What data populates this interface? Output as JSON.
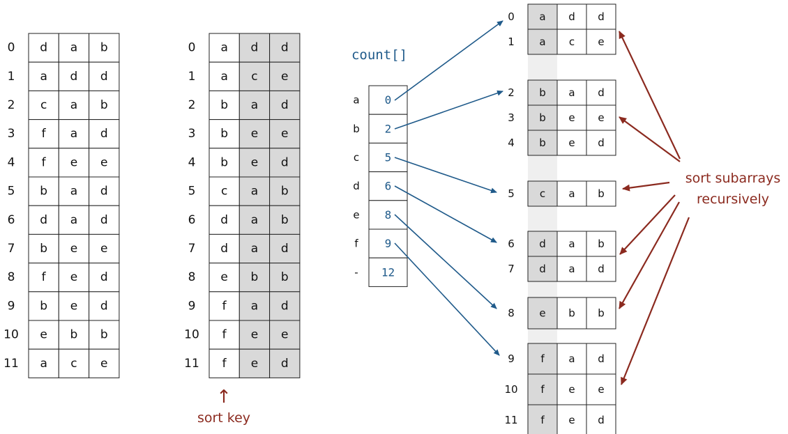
{
  "left_table": {
    "indices": [
      "0",
      "1",
      "2",
      "3",
      "4",
      "5",
      "6",
      "7",
      "8",
      "9",
      "10",
      "11"
    ],
    "rows": [
      [
        "d",
        "a",
        "b"
      ],
      [
        "a",
        "d",
        "d"
      ],
      [
        "c",
        "a",
        "b"
      ],
      [
        "f",
        "a",
        "d"
      ],
      [
        "f",
        "e",
        "e"
      ],
      [
        "b",
        "a",
        "d"
      ],
      [
        "d",
        "a",
        "d"
      ],
      [
        "b",
        "e",
        "e"
      ],
      [
        "f",
        "e",
        "d"
      ],
      [
        "b",
        "e",
        "d"
      ],
      [
        "e",
        "b",
        "b"
      ],
      [
        "a",
        "c",
        "e"
      ]
    ]
  },
  "middle_table": {
    "indices": [
      "0",
      "1",
      "2",
      "3",
      "4",
      "5",
      "6",
      "7",
      "8",
      "9",
      "10",
      "11"
    ],
    "rows": [
      [
        "a",
        "d",
        "d"
      ],
      [
        "a",
        "c",
        "e"
      ],
      [
        "b",
        "a",
        "d"
      ],
      [
        "b",
        "e",
        "e"
      ],
      [
        "b",
        "e",
        "d"
      ],
      [
        "c",
        "a",
        "b"
      ],
      [
        "d",
        "a",
        "b"
      ],
      [
        "d",
        "a",
        "d"
      ],
      [
        "e",
        "b",
        "b"
      ],
      [
        "f",
        "a",
        "d"
      ],
      [
        "f",
        "e",
        "e"
      ],
      [
        "f",
        "e",
        "d"
      ]
    ],
    "sort_key_label": "sort key",
    "sort_key_arrow": "↑"
  },
  "count": {
    "title": "count[]",
    "keys": [
      "a",
      "b",
      "c",
      "d",
      "e",
      "f",
      "-"
    ],
    "values": [
      "0",
      "2",
      "5",
      "6",
      "8",
      "9",
      "12"
    ]
  },
  "subarrays": [
    {
      "indices": [
        "0",
        "1"
      ],
      "rows": [
        [
          "a",
          "d",
          "d"
        ],
        [
          "a",
          "c",
          "e"
        ]
      ]
    },
    {
      "indices": [
        "2",
        "3",
        "4"
      ],
      "rows": [
        [
          "b",
          "a",
          "d"
        ],
        [
          "b",
          "e",
          "e"
        ],
        [
          "b",
          "e",
          "d"
        ]
      ]
    },
    {
      "indices": [
        "5"
      ],
      "rows": [
        [
          "c",
          "a",
          "b"
        ]
      ]
    },
    {
      "indices": [
        "6",
        "7"
      ],
      "rows": [
        [
          "d",
          "a",
          "b"
        ],
        [
          "d",
          "a",
          "d"
        ]
      ]
    },
    {
      "indices": [
        "8"
      ],
      "rows": [
        [
          "e",
          "b",
          "b"
        ]
      ]
    },
    {
      "indices": [
        "9",
        "10",
        "11"
      ],
      "rows": [
        [
          "f",
          "a",
          "d"
        ],
        [
          "f",
          "e",
          "e"
        ],
        [
          "f",
          "e",
          "d"
        ]
      ]
    }
  ],
  "annotation": {
    "line1": "sort subarrays",
    "line2": "recursively"
  },
  "colors": {
    "blue": "#1f5a8a",
    "red": "#8b2a1f",
    "shade": "#d9d9d9",
    "band": "#efefef"
  }
}
